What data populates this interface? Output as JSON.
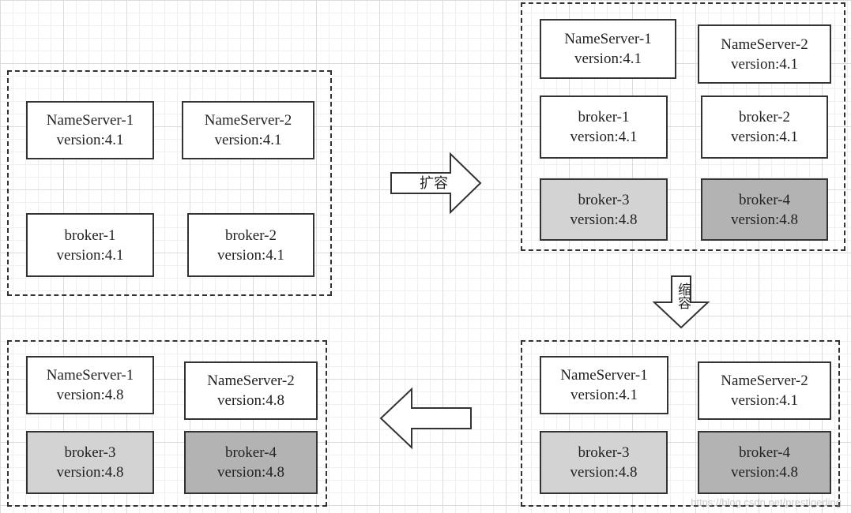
{
  "colors": {
    "normal_fill": "#ffffff",
    "broker3_fill": "#d3d3d3",
    "broker4_fill": "#b3b3b3",
    "border": "#333333"
  },
  "arrows": {
    "expand_label": "扩容",
    "shrink_label": "缩容"
  },
  "groups": {
    "initial": {
      "nameserver1": {
        "name": "NameServer-1",
        "version": "version:4.1"
      },
      "nameserver2": {
        "name": "NameServer-2",
        "version": "version:4.1"
      },
      "broker1": {
        "name": "broker-1",
        "version": "version:4.1"
      },
      "broker2": {
        "name": "broker-2",
        "version": "version:4.1"
      }
    },
    "expanded": {
      "nameserver1": {
        "name": "NameServer-1",
        "version": "version:4.1"
      },
      "nameserver2": {
        "name": "NameServer-2",
        "version": "version:4.1"
      },
      "broker1": {
        "name": "broker-1",
        "version": "version:4.1"
      },
      "broker2": {
        "name": "broker-2",
        "version": "version:4.1"
      },
      "broker3": {
        "name": "broker-3",
        "version": "version:4.8"
      },
      "broker4": {
        "name": "broker-4",
        "version": "version:4.8"
      }
    },
    "shrunk": {
      "nameserver1": {
        "name": "NameServer-1",
        "version": "version:4.1"
      },
      "nameserver2": {
        "name": "NameServer-2",
        "version": "version:4.1"
      },
      "broker3": {
        "name": "broker-3",
        "version": "version:4.8"
      },
      "broker4": {
        "name": "broker-4",
        "version": "version:4.8"
      }
    },
    "final": {
      "nameserver1": {
        "name": "NameServer-1",
        "version": "version:4.8"
      },
      "nameserver2": {
        "name": "NameServer-2",
        "version": "version:4.8"
      },
      "broker3": {
        "name": "broker-3",
        "version": "version:4.8"
      },
      "broker4": {
        "name": "broker-4",
        "version": "version:4.8"
      }
    }
  },
  "watermark": "https://blog.csdn.net/prestigeding"
}
